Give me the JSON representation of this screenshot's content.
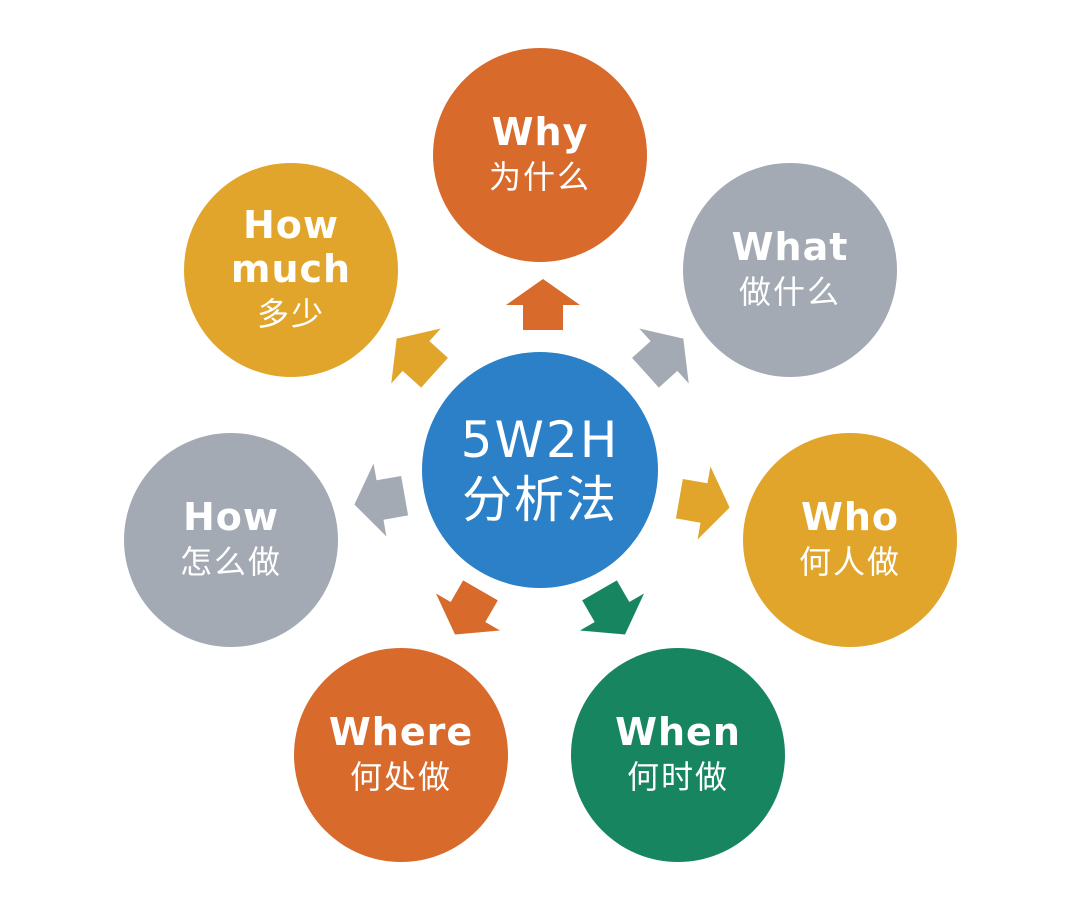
{
  "center": {
    "line1": "5W2H",
    "line2": "分析法",
    "color": "#2b80c8"
  },
  "nodes": [
    {
      "id": "why",
      "en": "Why",
      "zh": "为什么",
      "color": "#d86a2c"
    },
    {
      "id": "what",
      "en": "What",
      "zh": "做什么",
      "color": "#a4aab4"
    },
    {
      "id": "who",
      "en": "Who",
      "zh": "何人做",
      "color": "#e1a52b"
    },
    {
      "id": "when",
      "en": "When",
      "zh": "何时做",
      "color": "#178660"
    },
    {
      "id": "where",
      "en": "Where",
      "zh": "何处做",
      "color": "#d86a2c"
    },
    {
      "id": "how",
      "en": "How",
      "zh": "怎么做",
      "color": "#a4aab4"
    },
    {
      "id": "how-much",
      "en": "How much",
      "zh": "多少",
      "color": "#e1a52b"
    }
  ]
}
